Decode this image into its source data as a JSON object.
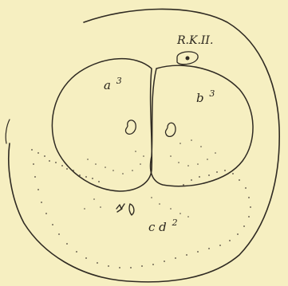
{
  "labels": {
    "polar_body": "R.K.II.",
    "cell_a": "a",
    "cell_a_sup": "3",
    "cell_b": "b",
    "cell_b_sup": "3",
    "cell_cd": "c d",
    "cell_cd_sup": "2"
  },
  "colors": {
    "paper": "#f6efc1",
    "ink": "#2f2a22"
  }
}
